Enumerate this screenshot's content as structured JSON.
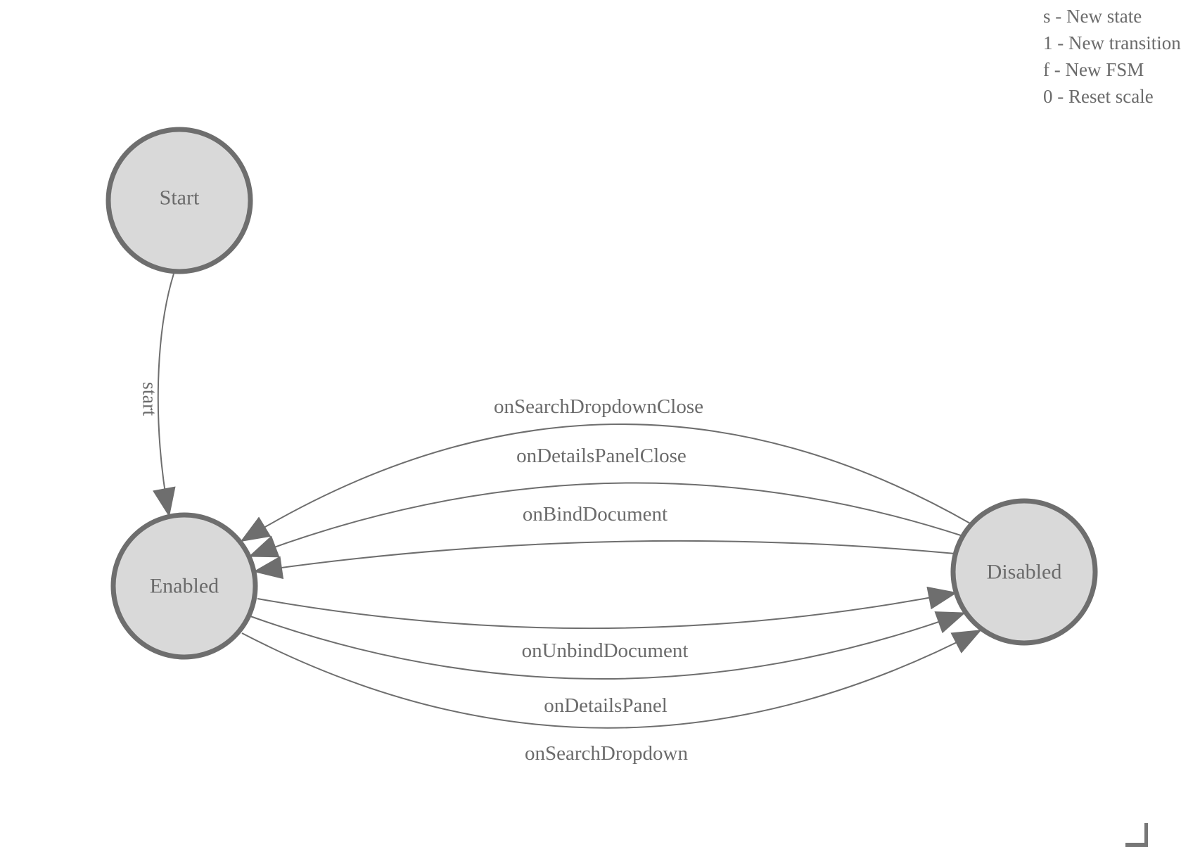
{
  "diagram": {
    "kind": "finite-state-machine",
    "background_color": "#ffffff",
    "node_fill": "#d9d9d9",
    "node_stroke": "#6e6e6e",
    "edge_color": "#6e6e6e",
    "label_color": "#6b6b6b",
    "nodes": [
      {
        "id": "start",
        "label": "Start"
      },
      {
        "id": "enabled",
        "label": "Enabled"
      },
      {
        "id": "disabled",
        "label": "Disabled"
      }
    ],
    "edges": [
      {
        "from": "Start",
        "to": "Enabled",
        "label": "start"
      },
      {
        "from": "Disabled",
        "to": "Enabled",
        "label": "onSearchDropdownClose"
      },
      {
        "from": "Disabled",
        "to": "Enabled",
        "label": "onDetailsPanelClose"
      },
      {
        "from": "Disabled",
        "to": "Enabled",
        "label": "onBindDocument"
      },
      {
        "from": "Enabled",
        "to": "Disabled",
        "label": "onUnbindDocument"
      },
      {
        "from": "Enabled",
        "to": "Disabled",
        "label": "onDetailsPanel"
      },
      {
        "from": "Enabled",
        "to": "Disabled",
        "label": "onSearchDropdown"
      }
    ]
  },
  "legend": {
    "lines": [
      "s - New state",
      "1 - New transition",
      "f - New FSM",
      "0 - Reset scale"
    ]
  }
}
